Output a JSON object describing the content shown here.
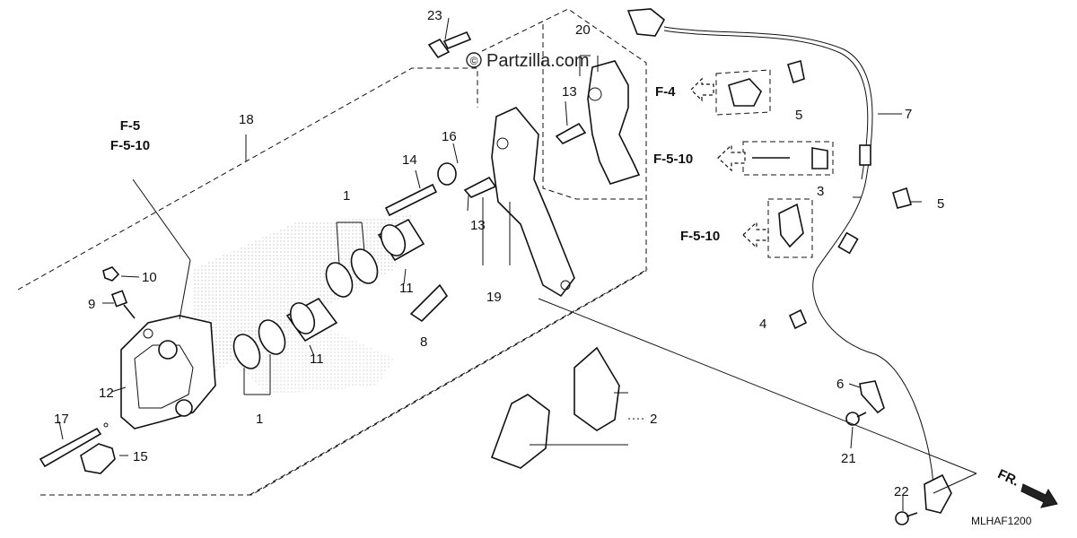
{
  "watermark": "Partzilla.com",
  "diagram_code": "MLHAF1200",
  "direction_label": "FR.",
  "references": {
    "f5": "F-5",
    "f5_10_left": "F-5-10",
    "f4": "F-4",
    "f5_10_mid": "F-5-10",
    "f5_10_low": "F-5-10"
  },
  "callouts": {
    "c1a": "1",
    "c1b": "1",
    "c2": "2",
    "c3": "3",
    "c4": "4",
    "c5a": "5",
    "c5b": "5",
    "c6": "6",
    "c7": "7",
    "c8": "8",
    "c9": "9",
    "c10": "10",
    "c11a": "11",
    "c11b": "11",
    "c12": "12",
    "c13a": "13",
    "c13b": "13",
    "c14": "14",
    "c15": "15",
    "c16": "16",
    "c17": "17",
    "c18": "18",
    "c19": "19",
    "c20": "20",
    "c21": "21",
    "c22": "22",
    "c23": "23"
  }
}
